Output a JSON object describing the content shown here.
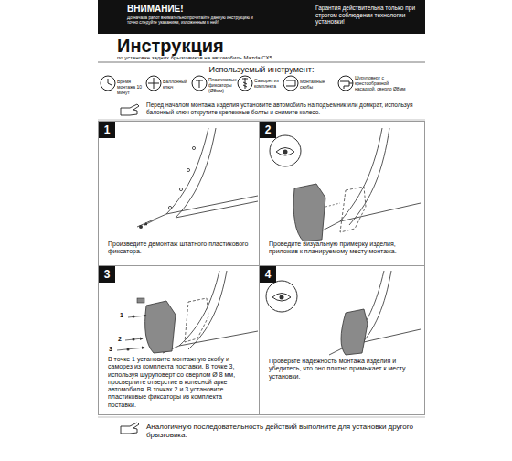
{
  "diagram": {
    "title": "Инструкция",
    "nodes": [
      {
        "text": [
          "ВНИМАНИЕ!",
          "До начала работ внимательно прочитайте данную инструкцию и точно следуйте указаниям, изложенным в ней!",
          "Гарантия действительна только при строгом соблюдении технологии установки!"
        ]
      },
      {
        "text": [
          "1",
          "Произведите демонтаж штатного пластикового фиксатора."
        ]
      },
      {
        "text": [
          "2",
          "Проведите визуальную примерку изделия, приложив к планируемому месту монтажа."
        ]
      },
      {
        "text": [
          "3",
          "В точке 1 установите монтажную скобу и саморез из комплекта поставки. В точке 3, используя шуруповерт со сверлом Ø 8 мм, просверлите отверстие в колесной арке автомобиля. В точках 2 и 3 установите пластиковые фиксаторы из комплекта поставки."
        ]
      },
      {
        "text": [
          "4",
          "Проверьте надежность монтажа изделия и убедитесь, что оно плотно примыкает к месту установки."
        ]
      }
    ],
    "labels": [
      "по установке задних брызговиков на автомобиль Mazda CX5.",
      "Используемый инструмент:",
      "Время монтажа 10 минут",
      "Баллонный ключ",
      "Пластиковые фиксаторы (Ø8мм)",
      "Саморез из комплекта",
      "Монтажные скобы",
      "Шуруповерт с крестообразной насадкой, сверло Ø8мм",
      "Перед началом монтажа изделия установите автомобиль на подъемник или домкрат, используя балонный ключ открутите крепежные болты и снимите колесо.",
      "1",
      "2",
      "3",
      "Аналогичную последовательность действий выполните для установки другого брызговика."
    ]
  }
}
